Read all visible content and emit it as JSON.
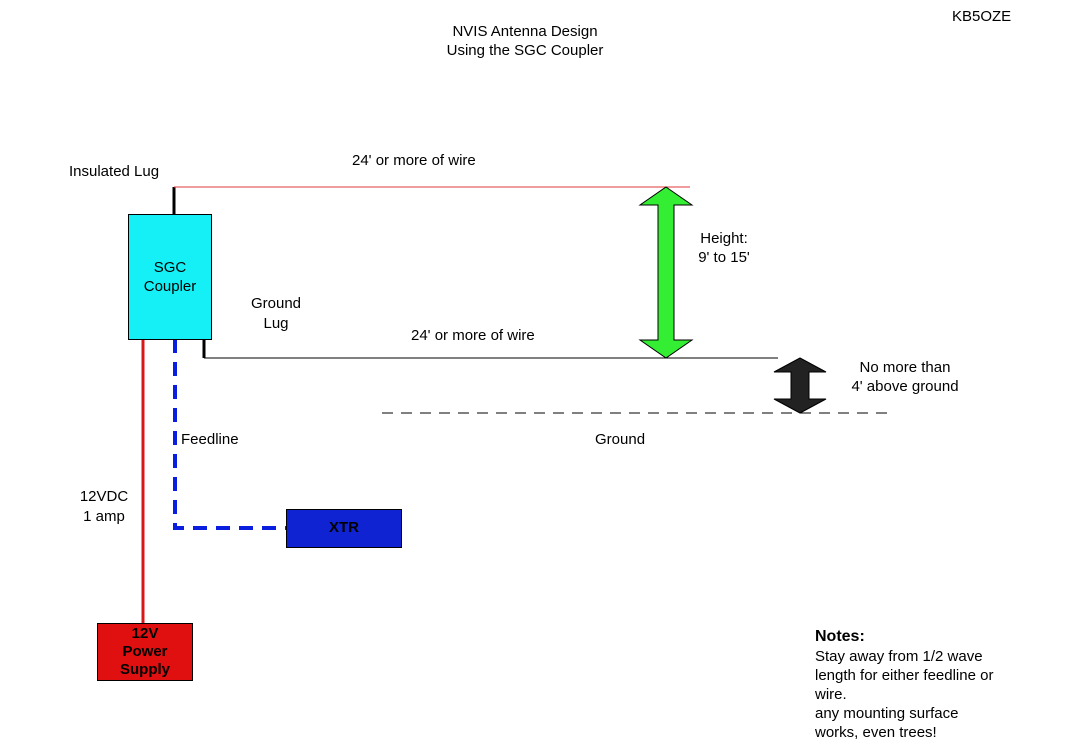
{
  "title": {
    "line1": "NVIS Antenna Design",
    "line2": "Using the SGC Coupler"
  },
  "callsign": "KB5OZE",
  "labels": {
    "insulated_lug": "Insulated Lug",
    "top_wire": "24' or more of wire",
    "bottom_wire": "24' or more of wire",
    "ground_lug_line1": "Ground",
    "ground_lug_line2": "Lug",
    "height_line1": "Height:",
    "height_line2": "9' to 15'",
    "clearance_line1": "No more than",
    "clearance_line2": "4' above ground",
    "ground": "Ground",
    "feedline": "Feedline",
    "power_line1": "12VDC",
    "power_line2": "1 amp"
  },
  "coupler": {
    "line1": "SGC",
    "line2": "Coupler",
    "color": "#14f0f5"
  },
  "xtr": {
    "label": "XTR",
    "color": "#0f23d2"
  },
  "power_supply": {
    "line1": "12V",
    "line2": "Power",
    "line3": "Supply",
    "color": "#e01010"
  },
  "notes": {
    "heading": "Notes:",
    "lines": [
      "Stay away from 1/2 wave",
      "length for either feedline or",
      "wire.",
      "any mounting surface",
      "works, even trees!"
    ]
  },
  "colors": {
    "antenna_wire": "#e03a3a",
    "power_wire": "#d81818",
    "feedline": "#0a1ee0",
    "height_arrow": "#33ee33",
    "clearance_arrow": "#222222"
  }
}
